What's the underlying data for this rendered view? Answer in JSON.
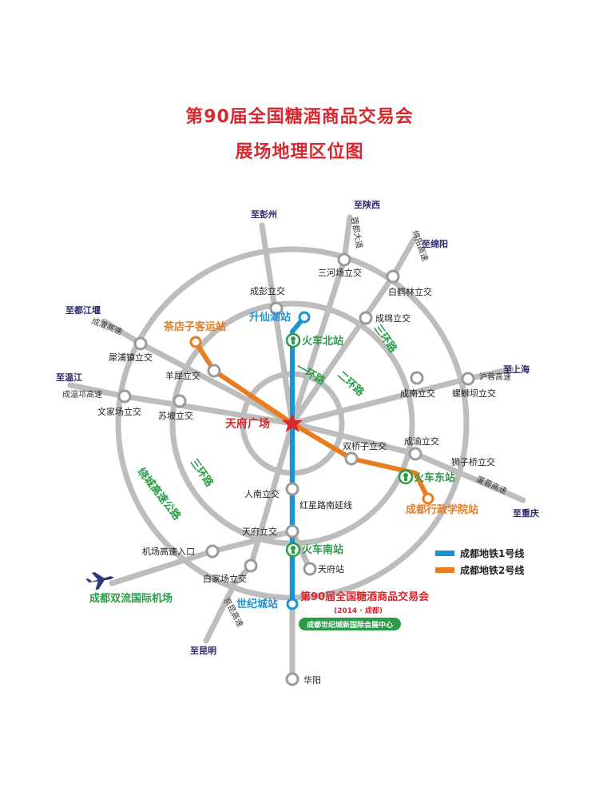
{
  "title_line1": "第90届全国糖酒商品交易会",
  "title_line2": "展场地理区位图",
  "colors": {
    "road": "#bdbdbd",
    "line1": "#1a93d5",
    "line2": "#e87c1e",
    "green": "#2a9c48",
    "red": "#d7282f",
    "navy": "#2b2a6e"
  },
  "directions": [
    "至彭州",
    "至陕西",
    "至绵阳",
    "至都江堰",
    "至温江",
    "至上海",
    "至重庆",
    "至昆明"
  ],
  "highways": [
    "蓉都大道",
    "绵阳高速",
    "成灌高速",
    "成温邛高速",
    "沪蓉高速",
    "厦蓉高速",
    "绕城高速公路",
    "京昆高速"
  ],
  "ring_roads": [
    "一环路",
    "二环路",
    "三环路"
  ],
  "interchanges": [
    "成彭立交",
    "三河场立交",
    "白鹤林立交",
    "成绵立交",
    "犀浦镇立交",
    "羊犀立交",
    "成南立交",
    "螺蛳坝立交",
    "文家场立交",
    "苏坡立交",
    "双桥子立交",
    "成渝立交",
    "狮子桥立交",
    "人南立交",
    "红星路南延线",
    "天府立交",
    "机场高速入口",
    "白家场立交",
    "天府站",
    "华阳"
  ],
  "stations": {
    "shengxianhu": "升仙湖站",
    "chadianzi": "茶店子客运站",
    "north_rail": "火车北站",
    "tianfu_square": "天府广场",
    "east_rail": "火车东站",
    "xingzheng": "成都行政学院站",
    "south_rail": "火车南站",
    "shiji": "世纪城站"
  },
  "airport": "成都双流国际机场",
  "expo": {
    "name": "第90届全国糖酒商品交易会",
    "sub": "(2014 · 成都)",
    "venue": "成都世纪城新国际会展中心"
  },
  "legend": [
    {
      "label": "成都地铁1号线",
      "color": "#1a93d5"
    },
    {
      "label": "成都地铁2号线",
      "color": "#e87c1e"
    }
  ]
}
